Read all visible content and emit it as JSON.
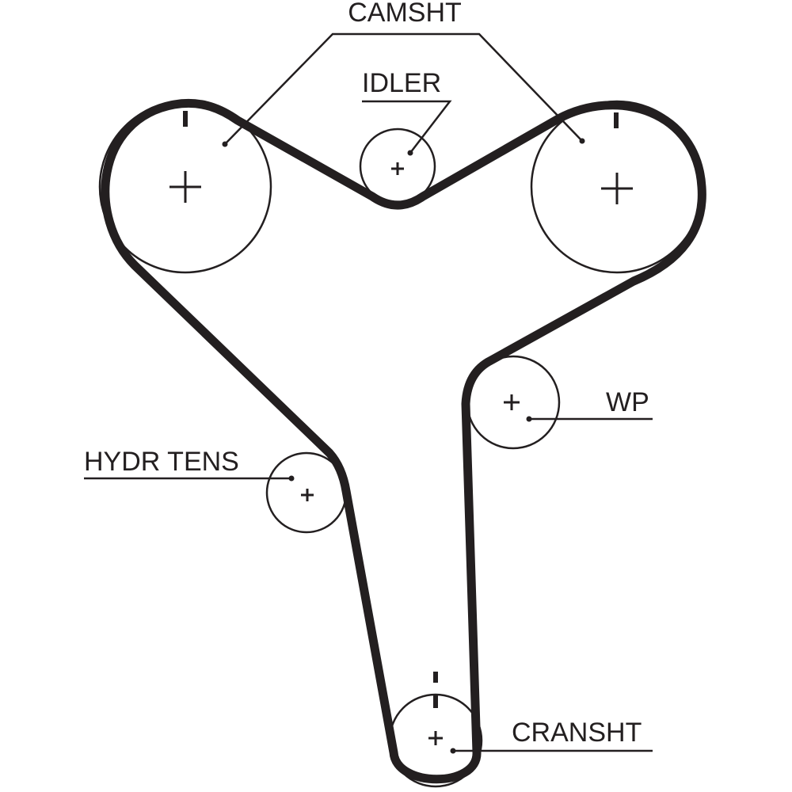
{
  "diagram": {
    "title": "Timing belt routing",
    "colors": {
      "ink": "#231f20",
      "background": "#ffffff"
    },
    "components": [
      {
        "id": "camshaft-left",
        "label": "CAMSHT",
        "type": "camshaft pulley",
        "timing_mark": true
      },
      {
        "id": "camshaft-right",
        "label": "CAMSHT",
        "type": "camshaft pulley",
        "timing_mark": true
      },
      {
        "id": "idler",
        "label": "IDLER",
        "type": "idler pulley"
      },
      {
        "id": "water-pump",
        "label": "WP",
        "type": "water pump pulley"
      },
      {
        "id": "hydraulic-tensioner",
        "label": "HYDR TENS",
        "type": "tensioner pulley"
      },
      {
        "id": "crankshaft",
        "label": "CRANSHT",
        "type": "crankshaft pulley",
        "timing_mark": true
      }
    ],
    "labels": {
      "camshaft": "CAMSHT",
      "idler": "IDLER",
      "water_pump": "WP",
      "hydr_tens": "HYDR TENS",
      "crankshaft": "CRANSHT"
    }
  }
}
